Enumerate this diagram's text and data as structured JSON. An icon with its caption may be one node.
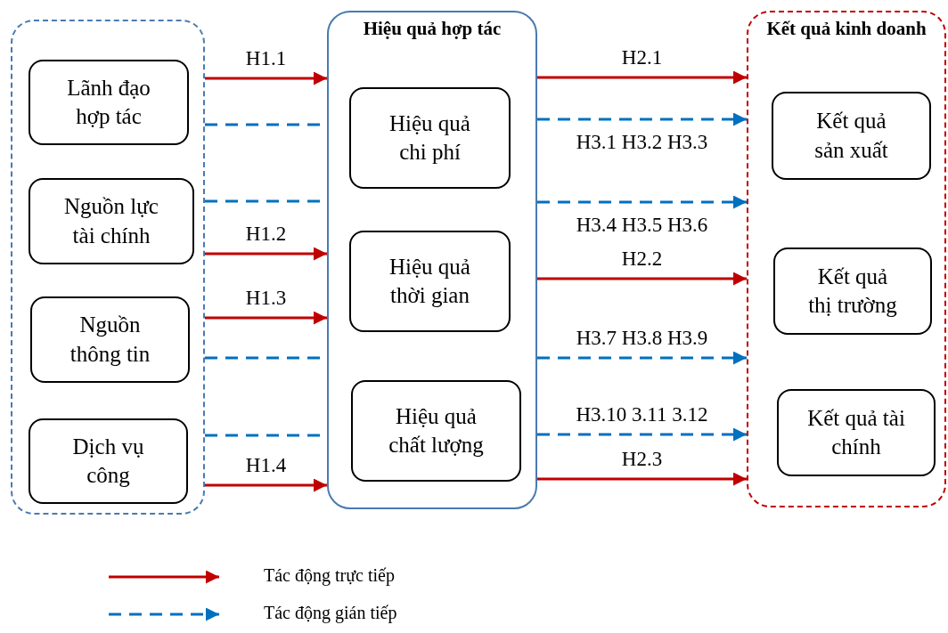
{
  "diagram": {
    "nodes": [
      {
        "text": [],
        "shape": "box"
      },
      {
        "text": [
          "Lãnh đạo hợp tác"
        ],
        "in": 0
      },
      {
        "text": [
          "Nguồn lực tài chính"
        ],
        "in": 0
      },
      {
        "text": [
          "Nguồn thông tin"
        ],
        "in": 0
      },
      {
        "text": [
          "Dịch vụ công"
        ],
        "in": 0
      },
      {
        "text": [
          "Hiệu quả hợp tác"
        ]
      },
      {
        "text": [
          "Hiệu quả chi phí"
        ],
        "in": 5
      },
      {
        "text": [
          "Hiệu quả thời gian"
        ],
        "in": 5
      },
      {
        "text": [
          "Hiệu quả chất lượng"
        ],
        "in": 5
      },
      {
        "text": [
          "Kết quả kinh doanh"
        ]
      },
      {
        "text": [
          "Kết quả sản xuất"
        ],
        "in": 9
      },
      {
        "text": [
          "Kết quả thị trường"
        ],
        "in": 9
      },
      {
        "text": [
          "Kết quả tài chính"
        ],
        "in": 9
      }
    ],
    "edges": [
      {
        "from": 0,
        "to": 5,
        "arrow": "to",
        "label": "H1.1",
        "color": "#c00000"
      },
      {
        "from": 0,
        "to": 5,
        "arrow": "none",
        "style": "dashed"
      },
      {
        "from": 0,
        "to": 5,
        "arrow": "none",
        "style": "dashed"
      },
      {
        "from": 0,
        "to": 5,
        "arrow": "to",
        "label": "H1.2",
        "color": "#c00000"
      },
      {
        "from": 0,
        "to": 5,
        "arrow": "to",
        "label": "H1.3",
        "color": "#c00000"
      },
      {
        "from": 0,
        "to": 5,
        "arrow": "none",
        "style": "dashed"
      },
      {
        "from": 0,
        "to": 5,
        "arrow": "none",
        "style": "dashed"
      },
      {
        "from": 0,
        "to": 5,
        "arrow": "to",
        "label": "H1.4",
        "color": "#c00000"
      },
      {
        "from": 5,
        "to": 9,
        "arrow": "to",
        "label": "H2.1",
        "color": "#c00000"
      },
      {
        "from": 5,
        "to": 9,
        "arrow": "to",
        "label": "H3.1 H3.2 H3.3",
        "style": "dashed"
      },
      {
        "from": 5,
        "to": 9,
        "arrow": "to",
        "label": "H3.4 H3.5 H3.6",
        "style": "dashed"
      },
      {
        "from": 5,
        "to": 9,
        "arrow": "to",
        "label": "H2.2",
        "color": "#c00000"
      },
      {
        "from": 5,
        "to": 9,
        "arrow": "to",
        "label": "H3.7 H3.8 H3.9",
        "style": "dashed"
      },
      {
        "from": 5,
        "to": 9,
        "arrow": "to",
        "label": "H3.10 3.11 3.12",
        "style": "dashed"
      },
      {
        "from": 5,
        "to": 9,
        "arrow": "to",
        "label": "H2.3",
        "color": "#c00000"
      }
    ],
    "legend": [
      {
        "text": "Tác động trực tiếp"
      },
      {
        "text": "Tác động gián tiếp"
      }
    ]
  }
}
